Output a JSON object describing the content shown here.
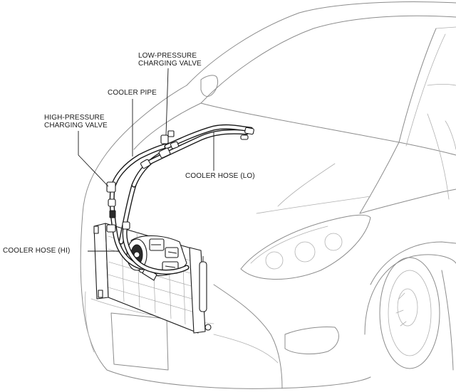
{
  "labels": {
    "low_pressure_charging_valve": [
      "LOW-PRESSURE",
      "CHARGING VALVE"
    ],
    "cooler_pipe": "COOLER PIPE",
    "high_pressure_charging_valve": [
      "HIGH-PRESSURE",
      "CHARGING VALVE"
    ],
    "cooler_hose_lo": "COOLER HOSE (LO)",
    "cooler_hose_hi": "COOLER HOSE (HI)"
  }
}
